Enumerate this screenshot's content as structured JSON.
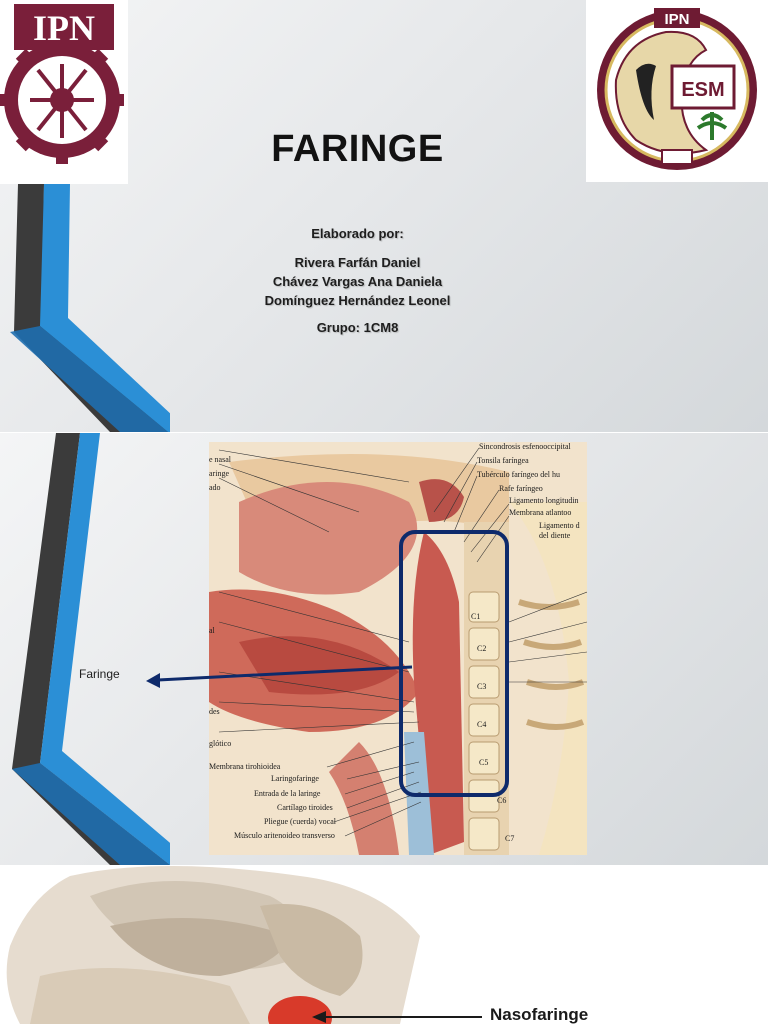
{
  "slide1": {
    "title": "FARINGE",
    "credits_label": "Elaborado por:",
    "authors": [
      "Rivera Farfán Daniel",
      "Chávez Vargas Ana Daniela",
      "Domínguez Hernández Leonel"
    ],
    "group": "Grupo: 1CM8",
    "logo_left_text": "IPN",
    "logo_right_top_text": "IPN",
    "logo_right_center_text": "ESM"
  },
  "slide2": {
    "pointer_label": "Faringe",
    "anatomy_labels_right": [
      "Sincondrosis esfenooccipital",
      "Tonsila faríngea",
      "Tubérculo faríngeo del hu",
      "Rafe faríngeo",
      "Ligamento longitudin",
      "Membrana atlantoo",
      "Ligamento d",
      "del diente"
    ],
    "anatomy_labels_bottom": [
      "Membrana tirohioidea",
      "Laringofaringe",
      "Entrada de la laringe",
      "Cartílago tiroides",
      "Pliegue (cuerda) vocal",
      "Músculo aritenoideo transverso"
    ],
    "anatomy_labels_left": [
      "e nasal",
      "aringe",
      "ado",
      "al",
      "des",
      "glótico"
    ],
    "vertebra_labels": [
      "C1",
      "C2",
      "C3",
      "C4",
      "C5",
      "C6",
      "C7"
    ]
  },
  "slide3": {
    "pointer_label": "Nasofaringe"
  },
  "colors": {
    "ipn_maroon": "#6e1b33",
    "chevron_blue": "#2b8fd6",
    "chevron_dark": "#3a3a3a",
    "highlight_navy": "#0e2a6b"
  }
}
